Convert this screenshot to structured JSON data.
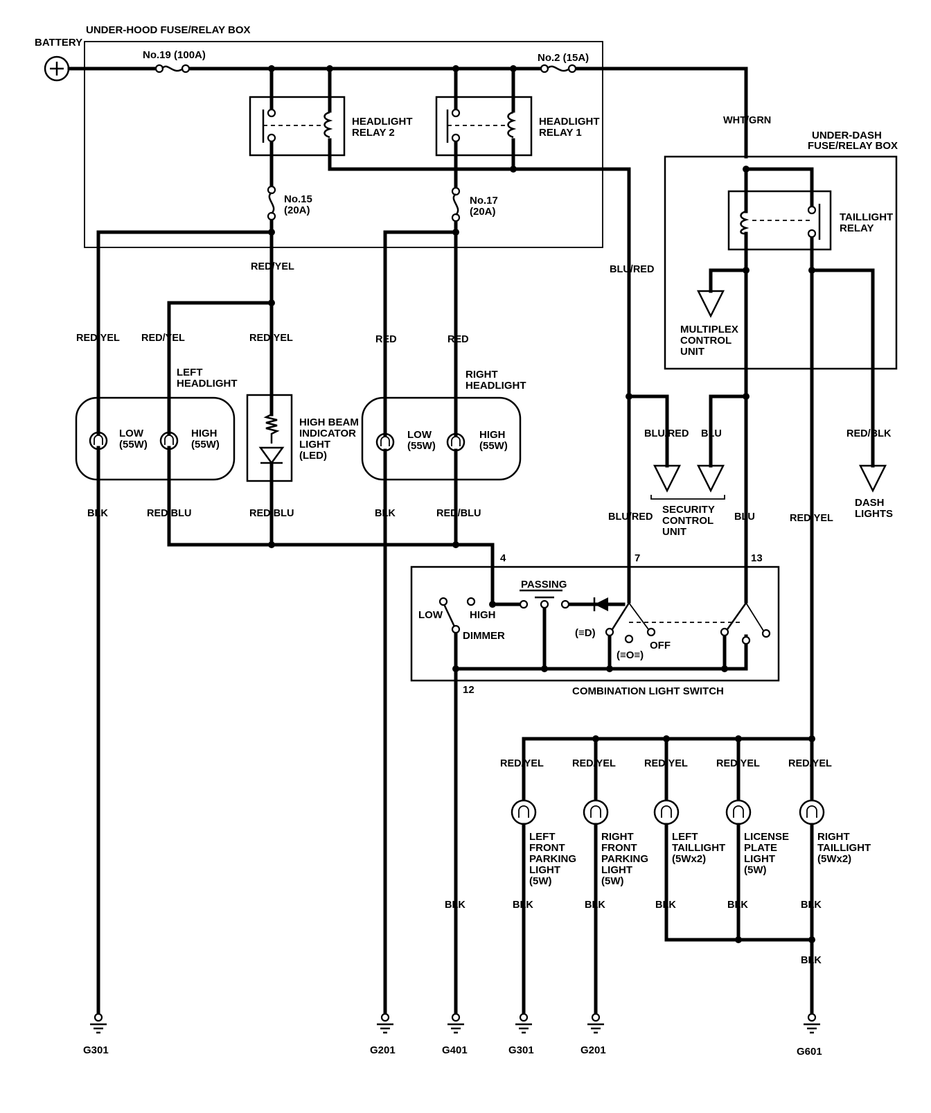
{
  "labels": {
    "under_hood_box": "UNDER-HOOD FUSE/RELAY BOX",
    "battery": "BATTERY",
    "fuse19": "No.19 (100A)",
    "fuse2": "No.2 (15A)",
    "headlight_relay2": [
      "HEADLIGHT",
      "RELAY 2"
    ],
    "headlight_relay1": [
      "HEADLIGHT",
      "RELAY 1"
    ],
    "fuse15": [
      "No.15",
      "(20A)"
    ],
    "fuse17": [
      "No.17",
      "(20A)"
    ],
    "under_dash_box": [
      "UNDER-DASH",
      "FUSE/RELAY BOX"
    ],
    "taillight_relay": [
      "TAILLIGHT",
      "RELAY"
    ],
    "multiplex": [
      "MULTIPLEX",
      "CONTROL",
      "UNIT"
    ],
    "left_headlight": [
      "LEFT",
      "HEADLIGHT"
    ],
    "right_headlight": [
      "RIGHT",
      "HEADLIGHT"
    ],
    "low": "LOW",
    "high": "HIGH",
    "w55": "(55W)",
    "high_beam": [
      "HIGH BEAM",
      "INDICATOR",
      "LIGHT",
      "(LED)"
    ],
    "security": [
      "SECURITY",
      "CONTROL",
      "UNIT"
    ],
    "dash_lights": [
      "DASH",
      "LIGHTS"
    ],
    "passing": "PASSING",
    "dimmer": "DIMMER",
    "off": "OFF",
    "sym_park": "(≡D)",
    "sym_head": "(≡O≡)",
    "combination_switch": "COMBINATION LIGHT SWITCH",
    "pin4": "4",
    "pin7": "7",
    "pin13": "13",
    "pin12": "12",
    "lf_parking": [
      "LEFT",
      "FRONT",
      "PARKING",
      "LIGHT",
      "(5W)"
    ],
    "rf_parking": [
      "RIGHT",
      "FRONT",
      "PARKING",
      "LIGHT",
      "(5W)"
    ],
    "left_taillight": [
      "LEFT",
      "TAILLIGHT",
      "(5Wx2)"
    ],
    "license_plate": [
      "LICENSE",
      "PLATE",
      "LIGHT",
      "(5W)"
    ],
    "right_taillight": [
      "RIGHT",
      "TAILLIGHT",
      "(5Wx2)"
    ]
  },
  "wire_colors": {
    "wht_grn": "WHT/GRN",
    "red_yel": "RED/YEL",
    "red": "RED",
    "blu_red": "BLU/RED",
    "blu": "BLU",
    "red_blk": "RED/BLK",
    "blk": "BLK",
    "red_blu": "RED/BLU"
  },
  "grounds": {
    "g1": "G301",
    "g2": "G201",
    "g3": "G401",
    "g4": "G301",
    "g5": "G201",
    "g6": "G601"
  }
}
